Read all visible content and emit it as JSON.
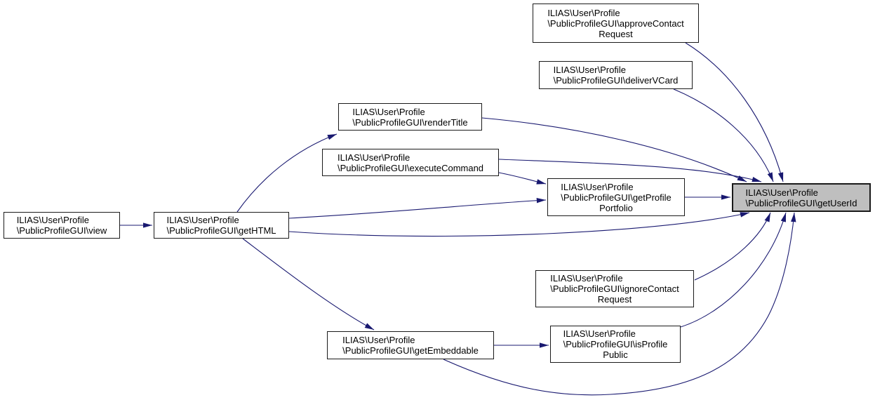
{
  "diagram": {
    "type": "call-graph",
    "highlighted_node": "getUserId",
    "colors": {
      "edge": "#191970",
      "node_fill": "#ffffff",
      "node_border": "#1a1a1a",
      "highlight_fill": "#bfbfbf",
      "text": "#000000",
      "background": "#ffffff"
    },
    "nodes": {
      "approveContactRequest": {
        "lines": [
          "ILIAS\\User\\Profile",
          "\\PublicProfileGUI\\approveContact",
          "Request"
        ]
      },
      "deliverVCard": {
        "lines": [
          "ILIAS\\User\\Profile",
          "\\PublicProfileGUI\\deliverVCard"
        ]
      },
      "renderTitle": {
        "lines": [
          "ILIAS\\User\\Profile",
          "\\PublicProfileGUI\\renderTitle"
        ]
      },
      "executeCommand": {
        "lines": [
          "ILIAS\\User\\Profile",
          "\\PublicProfileGUI\\executeCommand"
        ]
      },
      "getProfilePortfolio": {
        "lines": [
          "ILIAS\\User\\Profile",
          "\\PublicProfileGUI\\getProfile",
          "Portfolio"
        ]
      },
      "getUserId": {
        "lines": [
          "ILIAS\\User\\Profile",
          "\\PublicProfileGUI\\getUserId"
        ]
      },
      "view": {
        "lines": [
          "ILIAS\\User\\Profile",
          "\\PublicProfileGUI\\view"
        ]
      },
      "getHTML": {
        "lines": [
          "ILIAS\\User\\Profile",
          "\\PublicProfileGUI\\getHTML"
        ]
      },
      "ignoreContactRequest": {
        "lines": [
          "ILIAS\\User\\Profile",
          "\\PublicProfileGUI\\ignoreContact",
          "Request"
        ]
      },
      "isProfilePublic": {
        "lines": [
          "ILIAS\\User\\Profile",
          "\\PublicProfileGUI\\isProfile",
          "Public"
        ]
      },
      "getEmbeddable": {
        "lines": [
          "ILIAS\\User\\Profile",
          "\\PublicProfileGUI\\getEmbeddable"
        ]
      }
    },
    "edges": [
      {
        "from": "view",
        "to": "getHTML"
      },
      {
        "from": "getHTML",
        "to": "renderTitle"
      },
      {
        "from": "getHTML",
        "to": "getProfilePortfolio"
      },
      {
        "from": "getHTML",
        "to": "getUserId"
      },
      {
        "from": "getHTML",
        "to": "getEmbeddable"
      },
      {
        "from": "executeCommand",
        "to": "getProfilePortfolio"
      },
      {
        "from": "executeCommand",
        "to": "getUserId"
      },
      {
        "from": "renderTitle",
        "to": "getUserId"
      },
      {
        "from": "deliverVCard",
        "to": "getUserId"
      },
      {
        "from": "approveContactRequest",
        "to": "getUserId"
      },
      {
        "from": "getProfilePortfolio",
        "to": "getUserId"
      },
      {
        "from": "ignoreContactRequest",
        "to": "getUserId"
      },
      {
        "from": "isProfilePublic",
        "to": "getUserId"
      },
      {
        "from": "getEmbeddable",
        "to": "isProfilePublic"
      },
      {
        "from": "getEmbeddable",
        "to": "getUserId"
      }
    ]
  }
}
